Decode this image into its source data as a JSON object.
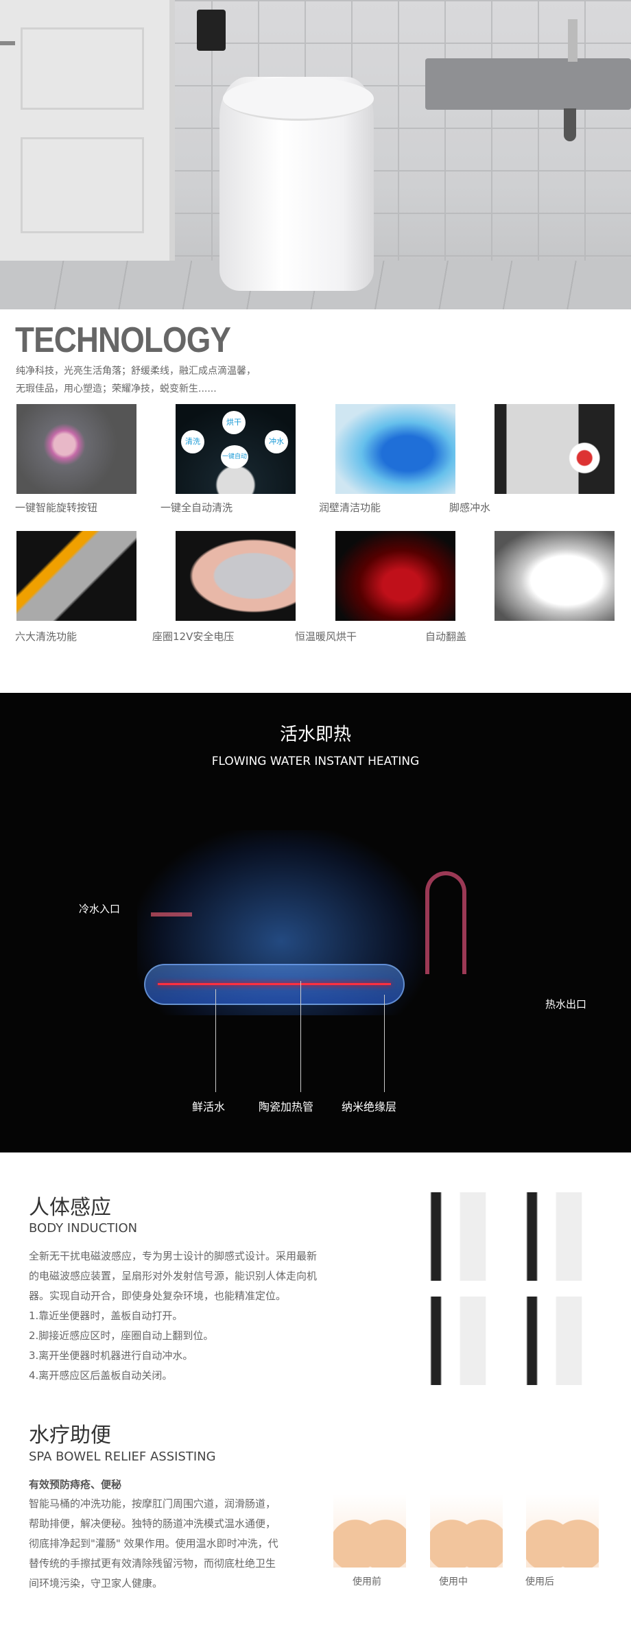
{
  "technology": {
    "title": "TECHNOLOGY",
    "desc_lines": [
      "纯净科技，光亮生活角落；舒缓柔线，融汇成点滴温馨，",
      "无瑕佳品，用心塑造；荣耀净技，蜕变新生......"
    ],
    "features": [
      {
        "label": "一键智能旋转按钮"
      },
      {
        "label": "一键全自动清洗",
        "bubbles": [
          "烘干",
          "清洗",
          "冲水",
          "一键自动"
        ]
      },
      {
        "label": "润壁清洁功能"
      },
      {
        "label": "脚感冲水"
      },
      {
        "label": "六大清洗功能"
      },
      {
        "label": "座圈12V安全电压"
      },
      {
        "label": "恒温暖风烘干"
      },
      {
        "label": "自动翻盖"
      }
    ]
  },
  "heating": {
    "title_cn": "活水即热",
    "title_en": "FLOWING WATER INSTANT HEATING",
    "inlet": "冷水入口",
    "outlet": "热水出口",
    "labels": [
      "鲜活水",
      "陶瓷加热管",
      "纳米绝缘层"
    ]
  },
  "induction": {
    "title_cn": "人体感应",
    "title_en": "BODY INDUCTION",
    "lines": [
      "全新无干扰电磁波感应，专为男士设计的脚感式设计。采用最新",
      "的电磁波感应装置，呈扇形对外发射信号源，能识别人体走向机",
      "器。实现自动开合，即使身处复杂环境，也能精准定位。",
      "1.靠近坐便器时，盖板自动打开。",
      "2.脚接近感应区时，座圈自动上翻到位。",
      "3.离开坐便器时机器进行自动冲水。",
      "4.离开感应区后盖板自动关闭。"
    ]
  },
  "spa": {
    "title_cn": "水疗助便",
    "title_en": "SPA BOWEL RELIEF ASSISTING",
    "subtitle": "有效预防痔疮、便秘",
    "lines": [
      "智能马桶的冲洗功能，按摩肛门周围穴道，润滑肠道，",
      "帮助排便，解决便秘。独特的肠道冲洗模式温水通便，",
      "彻底排净起到\"灌肠\" 效果作用。使用温水即时冲洗，代",
      "替传统的手擦拭更有效清除残留污物，而彻底杜绝卫生",
      "间环境污染，守卫家人健康。"
    ],
    "stages": [
      "使用前",
      "使用中",
      "使用后"
    ]
  }
}
